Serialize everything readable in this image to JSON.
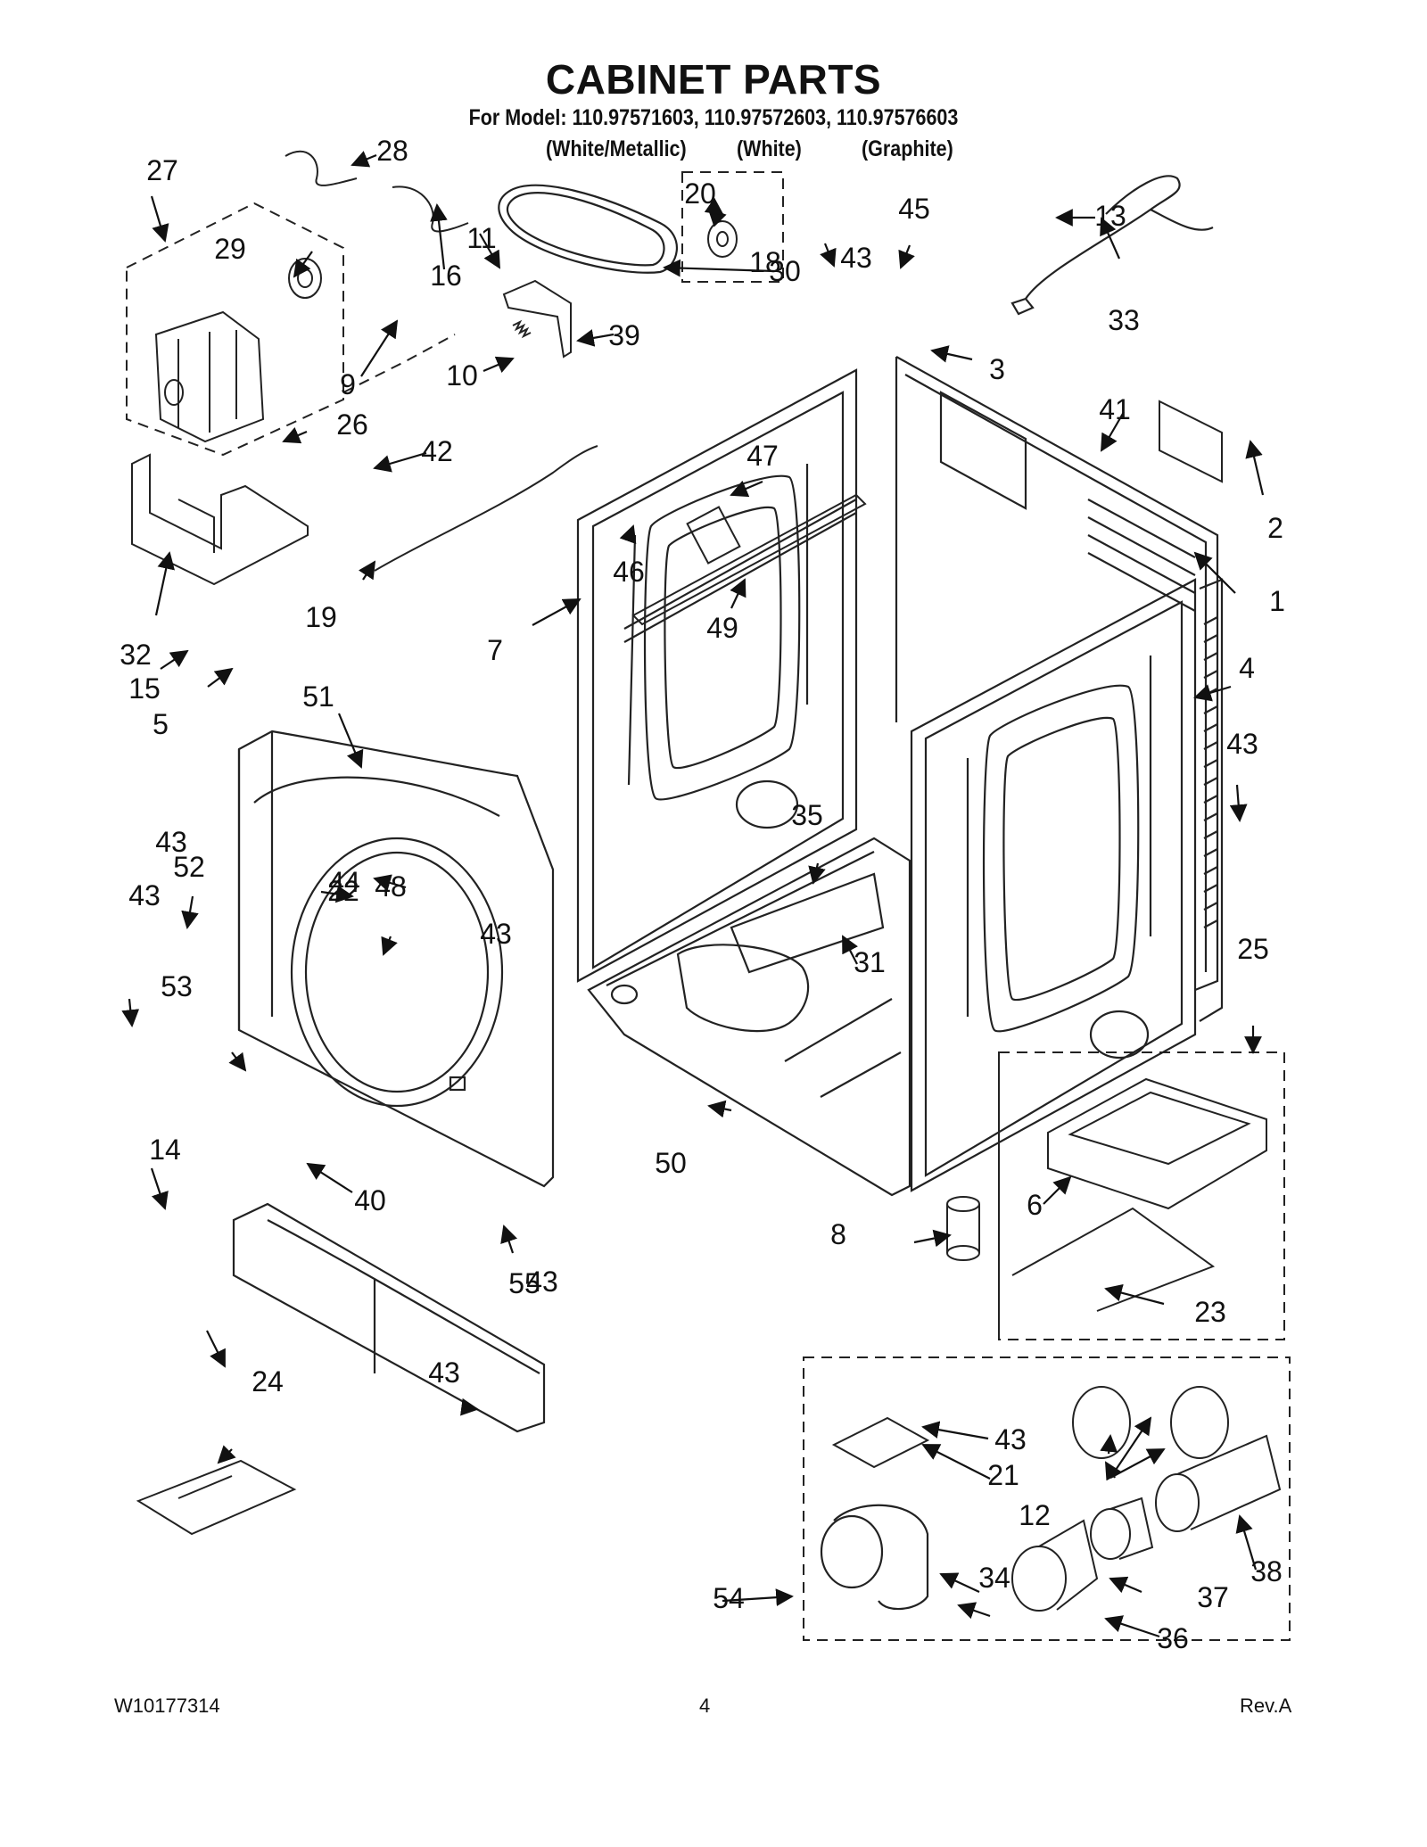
{
  "header": {
    "title": "CABINET PARTS",
    "subtitle": "For Model: 110.97571603, 110.97572603, 110.97576603",
    "variants": [
      "(White/Metallic)",
      "(White)",
      "(Graphite)"
    ]
  },
  "callouts": [
    {
      "label": "1"
    },
    {
      "label": "2"
    },
    {
      "label": "3"
    },
    {
      "label": "4"
    },
    {
      "label": "5"
    },
    {
      "label": "6"
    },
    {
      "label": "7"
    },
    {
      "label": "8"
    },
    {
      "label": "9"
    },
    {
      "label": "10"
    },
    {
      "label": "11"
    },
    {
      "label": "12"
    },
    {
      "label": "13"
    },
    {
      "label": "14"
    },
    {
      "label": "15"
    },
    {
      "label": "16"
    },
    {
      "label": "18"
    },
    {
      "label": "19"
    },
    {
      "label": "20"
    },
    {
      "label": "21"
    },
    {
      "label": "22"
    },
    {
      "label": "23"
    },
    {
      "label": "24"
    },
    {
      "label": "25"
    },
    {
      "label": "26"
    },
    {
      "label": "27"
    },
    {
      "label": "28"
    },
    {
      "label": "29"
    },
    {
      "label": "30"
    },
    {
      "label": "31"
    },
    {
      "label": "32"
    },
    {
      "label": "33"
    },
    {
      "label": "34"
    },
    {
      "label": "35"
    },
    {
      "label": "36"
    },
    {
      "label": "37"
    },
    {
      "label": "38"
    },
    {
      "label": "39"
    },
    {
      "label": "40"
    },
    {
      "label": "41"
    },
    {
      "label": "42"
    },
    {
      "label": "43"
    },
    {
      "label": "43"
    },
    {
      "label": "43"
    },
    {
      "label": "43"
    },
    {
      "label": "43"
    },
    {
      "label": "43"
    },
    {
      "label": "43"
    },
    {
      "label": "43"
    },
    {
      "label": "44"
    },
    {
      "label": "45"
    },
    {
      "label": "46"
    },
    {
      "label": "47"
    },
    {
      "label": "48"
    },
    {
      "label": "49"
    },
    {
      "label": "50"
    },
    {
      "label": "51"
    },
    {
      "label": "52"
    },
    {
      "label": "53"
    },
    {
      "label": "54"
    },
    {
      "label": "55"
    }
  ],
  "footer": {
    "doc_number": "W10177314",
    "page_number": "4",
    "revision": "Rev.A"
  }
}
